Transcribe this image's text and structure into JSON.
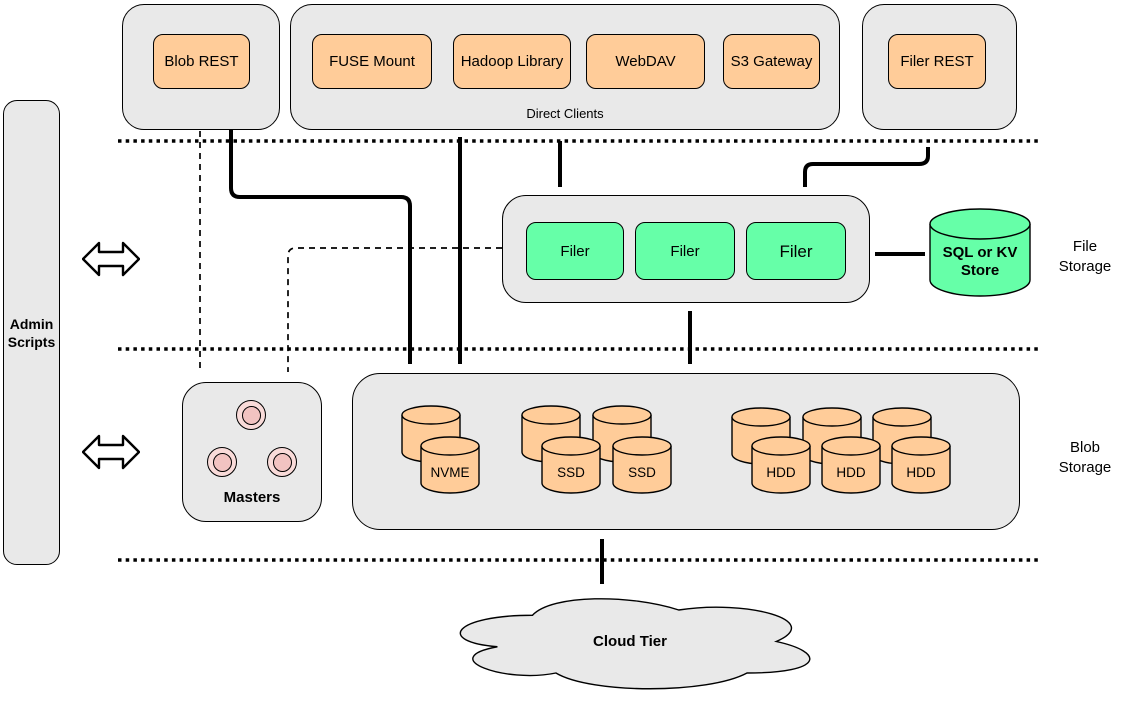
{
  "colors": {
    "node_orange": "#FFCC99",
    "node_green": "#66FFA8",
    "container_gray": "#E9E9E9",
    "circle_pink": "#F9DBD9",
    "circle_pink_inner": "#F2C3C1",
    "stroke": "#000000"
  },
  "top_row": {
    "blob_rest": "Blob REST",
    "direct_clients_label": "Direct Clients",
    "direct_clients": [
      "FUSE Mount",
      "Hadoop Library",
      "WebDAV",
      "S3 Gateway"
    ],
    "filer_rest": "Filer REST"
  },
  "left": {
    "admin_scripts": "Admin Scripts"
  },
  "file_tier": {
    "filers": [
      "Filer",
      "Filer",
      "Filer"
    ],
    "store": "SQL or KV Store",
    "label": "File Storage"
  },
  "blob_tier": {
    "masters": "Masters",
    "volumes": [
      "NVME",
      "SSD",
      "SSD",
      "HDD",
      "HDD",
      "HDD"
    ],
    "label": "Blob Storage"
  },
  "cloud_tier": {
    "label": "Cloud Tier"
  }
}
